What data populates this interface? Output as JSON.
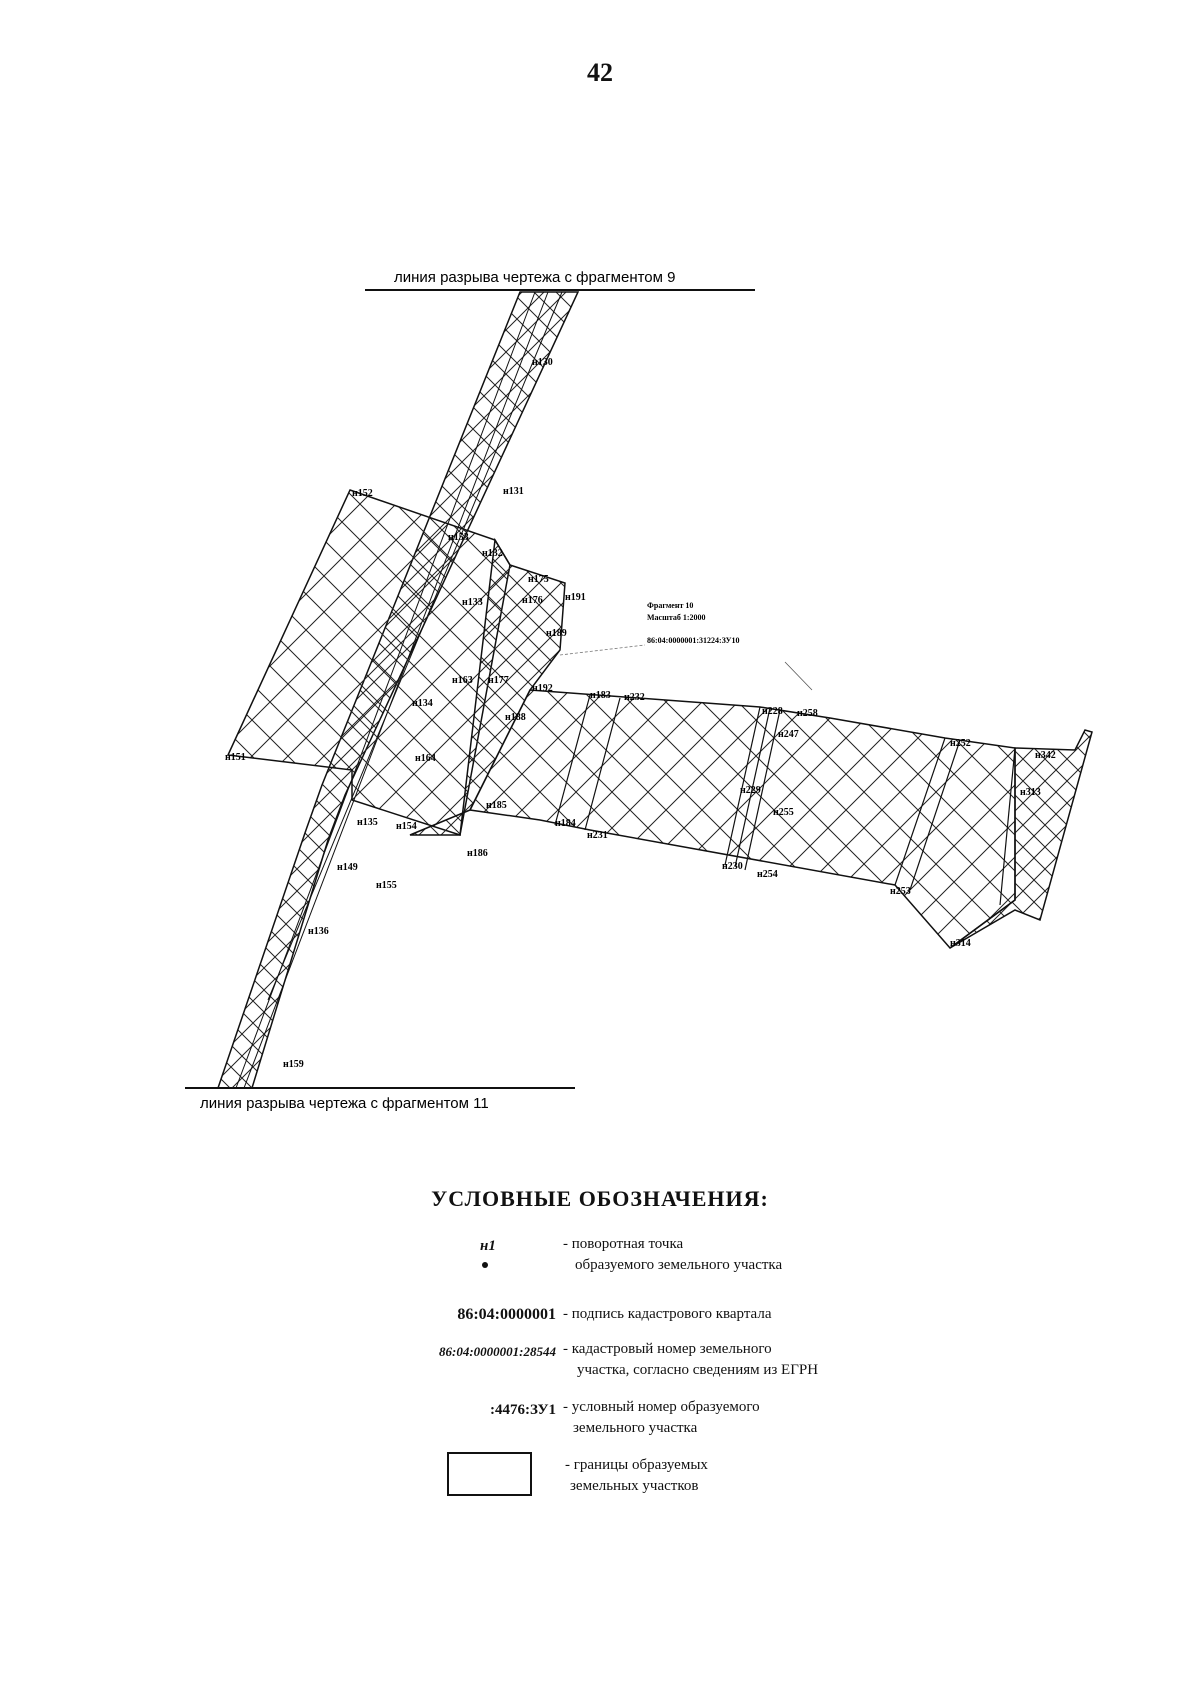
{
  "page_number": "42",
  "map": {
    "break_top_label": "линия разрыва чертежа с фрагментом 9",
    "break_bottom_label": "линия разрыва чертежа с фрагментом 11",
    "fragment_title": "Фрагмент 10",
    "fragment_scale": "Масштаб 1:2000",
    "fragment_parcel": "86:04:0000001:31224:ЗУ10",
    "points": [
      "н130",
      "н131",
      "н152",
      "н153",
      "н132",
      "н175",
      "н176",
      "н191",
      "н133",
      "н189",
      "н163",
      "н177",
      "н192",
      "н134",
      "н188",
      "н183",
      "н232",
      "н228",
      "н258",
      "н247",
      "н252",
      "н342",
      "н151",
      "н164",
      "н313",
      "н229",
      "н255",
      "н185",
      "н135",
      "н154",
      "н184",
      "н231",
      "н186",
      "н149",
      "н230",
      "н254",
      "н155",
      "н253",
      "н136",
      "н314",
      "н159"
    ]
  },
  "legend": {
    "title": "УСЛОВНЫЕ ОБОЗНАЧЕНИЯ:",
    "vertex_key": "н1",
    "vertex_desc_1": "- поворотная точка",
    "vertex_desc_2": "образуемого земельного участка",
    "quarter_key": "86:04:0000001",
    "quarter_desc": "- подпись кадастрового квартала",
    "parcel_key": "86:04:0000001:28544",
    "parcel_desc_1": "- кадастровый номер земельного",
    "parcel_desc_2": "участка, согласно сведениям из ЕГРН",
    "cond_key": ":4476:ЗУ1",
    "cond_desc_1": "- условный номер образуемого",
    "cond_desc_2": "земельного участка",
    "boundary_desc_1": "- границы образуемых",
    "boundary_desc_2": "земельных участков"
  }
}
